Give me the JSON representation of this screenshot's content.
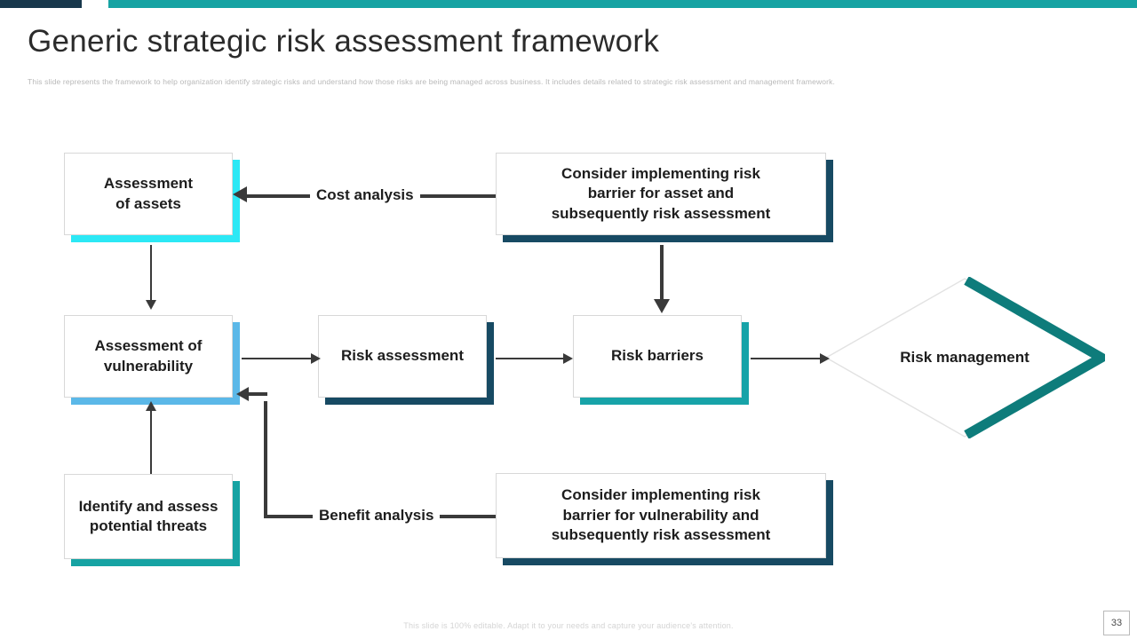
{
  "header": {
    "title": "Generic strategic risk assessment framework",
    "subtitle": "This slide represents the framework to help organization identify strategic risks and understand how those risks are being managed across business. It includes details related to strategic risk assessment and management  framework."
  },
  "theme": {
    "navy": "#18384C",
    "teal": "#16A3A3",
    "cyan": "#2CE8F5",
    "light_blue": "#5BB8E8",
    "deep_navy": "#174A63",
    "deep_teal": "#0E7C7B",
    "line": "#3a3a3a"
  },
  "diagram": {
    "nodes": [
      {
        "id": "assessment-of-assets",
        "label": "Assessment\nof assets",
        "shape": "rect",
        "accent": "#2CE8F5"
      },
      {
        "id": "consider-risk-barrier-asset",
        "label": "Consider implementing risk\nbarrier for  asset and\nsubsequently risk assessment",
        "shape": "rect",
        "accent": "#174A63"
      },
      {
        "id": "assessment-of-vulnerability",
        "label": "Assessment of\nvulnerability",
        "shape": "rect",
        "accent": "#5BB8E8"
      },
      {
        "id": "risk-assessment",
        "label": "Risk assessment",
        "shape": "rect",
        "accent": "#174A63"
      },
      {
        "id": "risk-barriers",
        "label": "Risk barriers",
        "shape": "rect",
        "accent": "#17A3A8"
      },
      {
        "id": "risk-management",
        "label": "Risk management",
        "shape": "diamond",
        "accent": "#0E7C7B"
      },
      {
        "id": "identify-potential-threats",
        "label": "Identify and assess\npotential threats",
        "shape": "rect",
        "accent": "#16A3A3"
      },
      {
        "id": "consider-risk-barrier-vuln",
        "label": "Consider implementing risk\nbarrier for  vulnerability and\nsubsequently risk assessment",
        "shape": "rect",
        "accent": "#174A63"
      }
    ],
    "edge_labels": {
      "cost_analysis": "Cost analysis",
      "benefit_analysis": "Benefit analysis"
    }
  },
  "footer": {
    "note": "This slide is 100% editable. Adapt it to your needs and capture your audience's attention.",
    "page_number": "33"
  }
}
